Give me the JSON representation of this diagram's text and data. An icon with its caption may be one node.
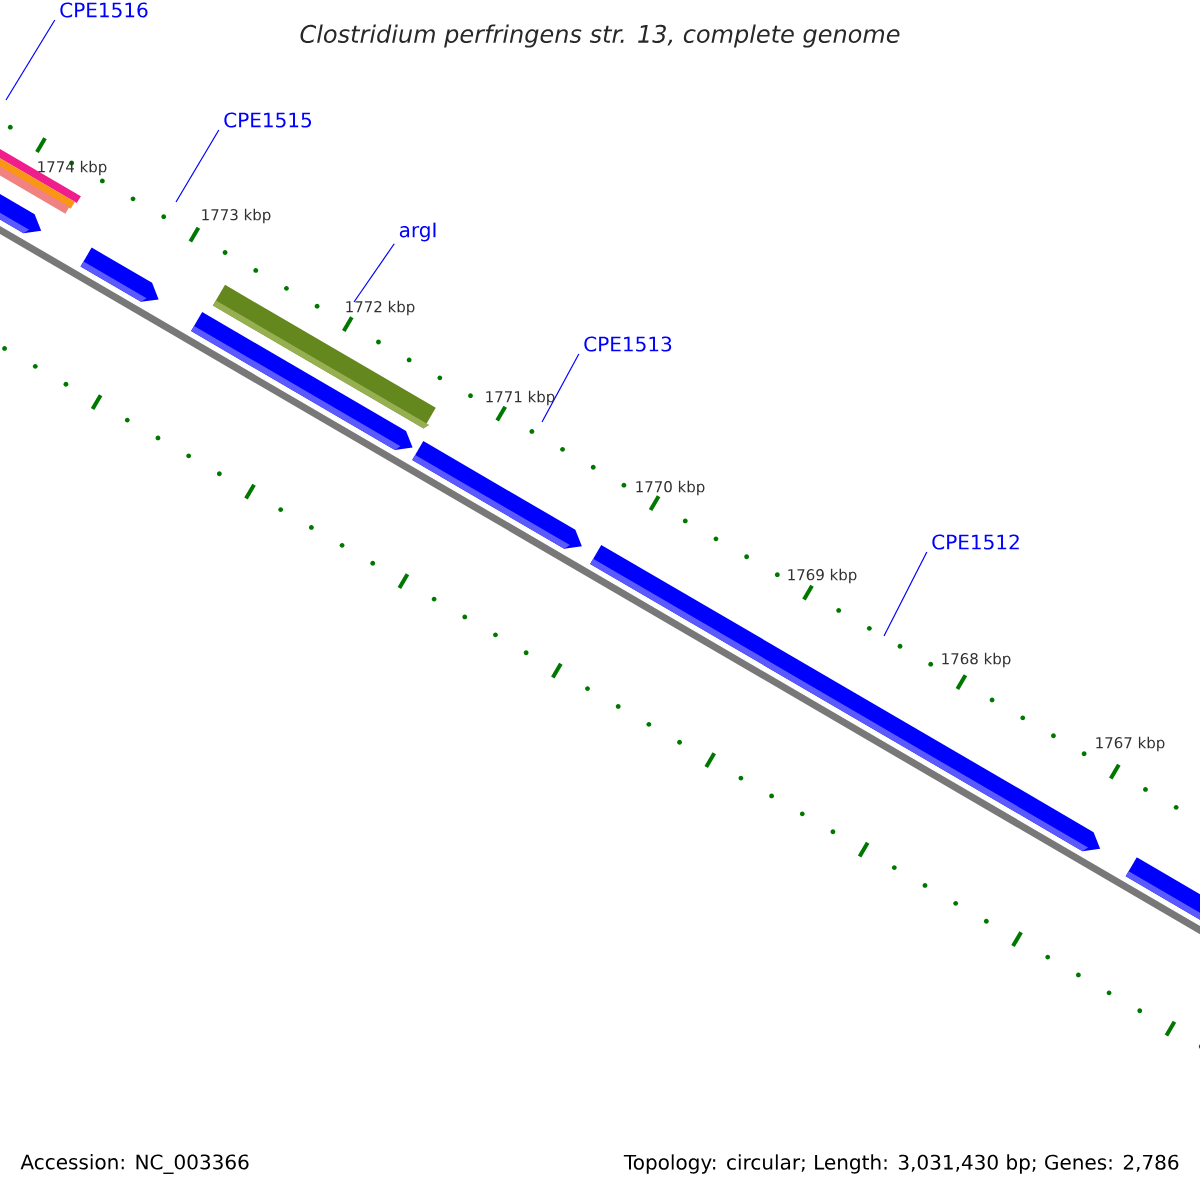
{
  "diagram": {
    "title": "Clostridium perfringens str. 13, complete genome",
    "nodes": [
      {
        "text": [
          "CPE1516"
        ]
      },
      {
        "text": [
          "CPE1515"
        ]
      },
      {
        "text": [
          "argI"
        ]
      },
      {
        "text": [
          "CPE1513"
        ]
      },
      {
        "text": [
          "CPE1512"
        ]
      }
    ],
    "edges": [
      {
        "from": 0,
        "to": null,
        "arrow": "none"
      },
      {
        "from": 1,
        "to": null,
        "arrow": "none"
      },
      {
        "from": 2,
        "to": null,
        "arrow": "none"
      },
      {
        "from": 3,
        "to": null,
        "arrow": "none"
      },
      {
        "from": 4,
        "to": null,
        "arrow": "none"
      }
    ],
    "labels": [
      "1774 kbp",
      "1773 kbp",
      "1772 kbp",
      "1771 kbp",
      "1770 kbp",
      "1769 kbp",
      "1768 kbp",
      "1767 kbp",
      "Accession: NC_003366",
      "Topology: circular; Length: 3,031,430 bp; Genes: 2,786"
    ]
  }
}
